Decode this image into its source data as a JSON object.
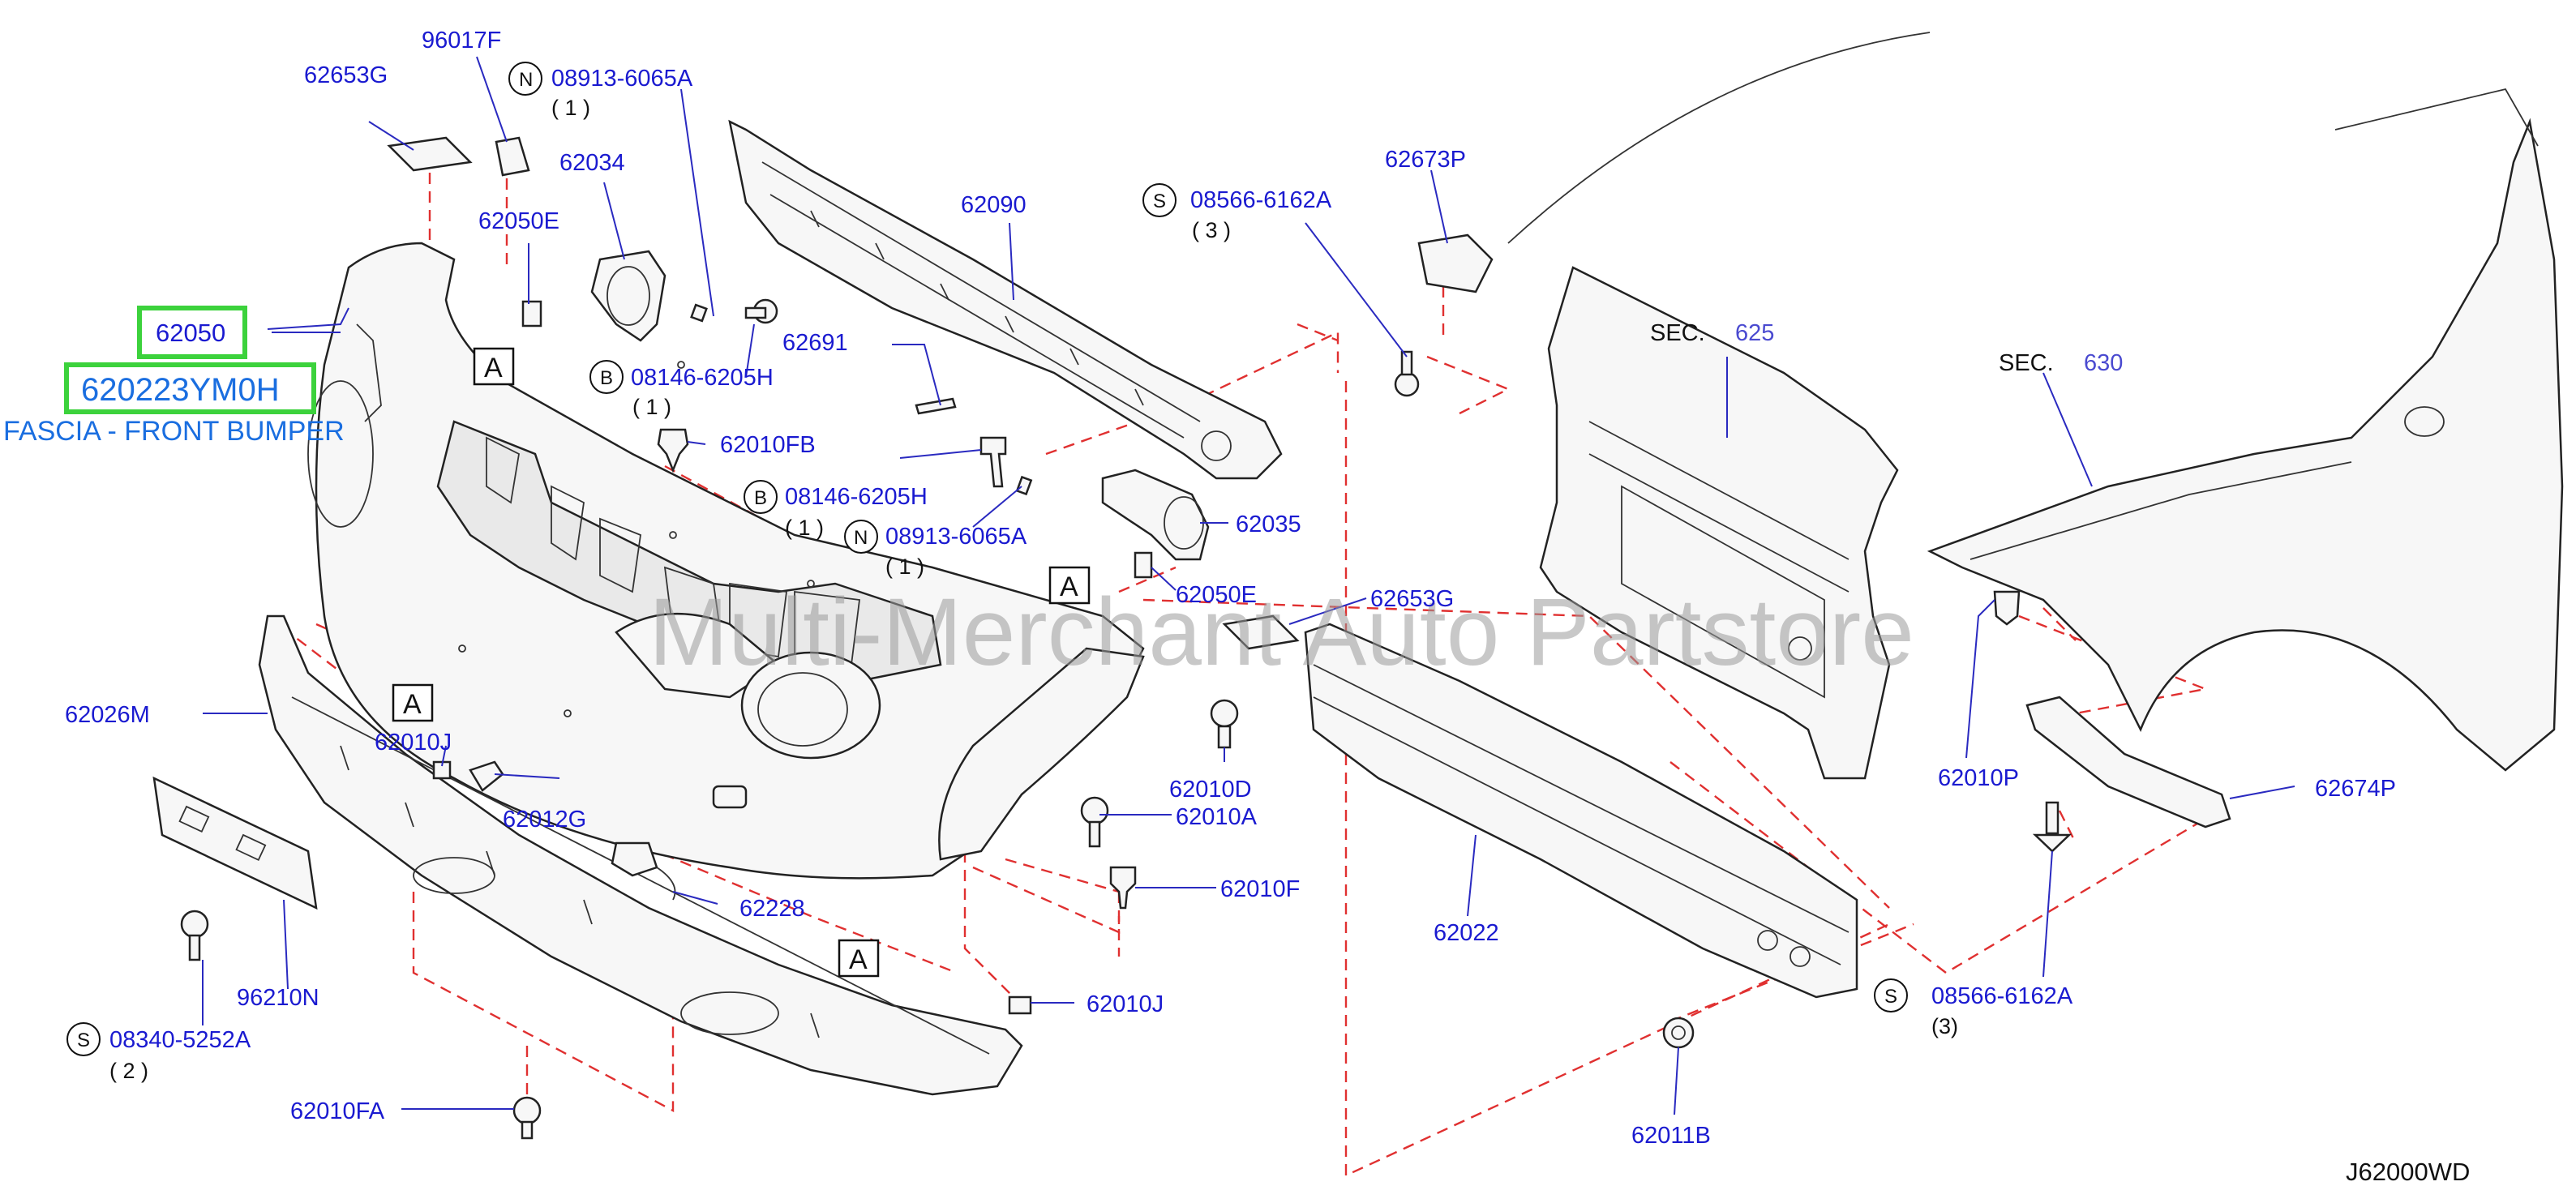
{
  "diagram_code": "J62000WD",
  "watermark": "Multi-Merchant Auto Partstore",
  "highlight": {
    "part_number": "62050",
    "catalog_number": "620223YM0H",
    "description": "FASCIA - FRONT BUMPER",
    "highlight_color": "#3cd23c"
  },
  "section_refs": [
    {
      "prefix": "SEC.",
      "number": "625"
    },
    {
      "prefix": "SEC.",
      "number": "630"
    }
  ],
  "callout_box_letter": "A",
  "labels": {
    "p96017F": "96017F",
    "p62653G_top": "62653G",
    "p08913_top": "08913-6065A",
    "p08913_top_qty": "( 1 )",
    "p62034": "62034",
    "p62050E_top": "62050E",
    "p62691": "62691",
    "p08146_top": "08146-6205H",
    "p08146_top_qty": "( 1 )",
    "p62010FB": "62010FB",
    "p08146_mid": "08146-6205H",
    "p08146_mid_qty": "( 1 )",
    "p08913_mid": "08913-6065A",
    "p08913_mid_qty": "( 1 )",
    "p62090": "62090",
    "p08566_top": "08566-6162A",
    "p08566_top_qty": "( 3 )",
    "p62673P": "62673P",
    "p62035": "62035",
    "p62050E_mid": "62050E",
    "p62653G_mid": "62653G",
    "p62026M": "62026M",
    "p62010J_left": "62010J",
    "p62012G": "62012G",
    "p62010D": "62010D",
    "p62010A": "62010A",
    "p62010F": "62010F",
    "p62228": "62228",
    "p62022": "62022",
    "p62010J_right": "62010J",
    "p96210N": "96210N",
    "p08340": "08340-5252A",
    "p08340_qty": "( 2 )",
    "p62010FA": "62010FA",
    "p62011B": "62011B",
    "p62010P": "62010P",
    "p62674P": "62674P",
    "p08566_bot": "08566-6162A",
    "p08566_bot_qty": "(3)"
  },
  "circle_prefixes": {
    "n": "N",
    "b": "B",
    "s": "S"
  }
}
